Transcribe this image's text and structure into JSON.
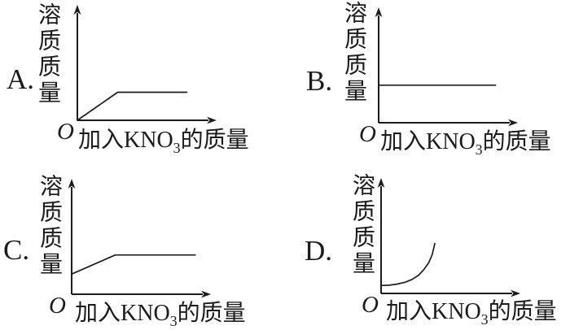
{
  "page": {
    "background_color": "#ffffff",
    "ink_color": "#1c1c1c",
    "description_kind": "four multiple-choice option graphs"
  },
  "axis": {
    "ylabel": "溶质质量",
    "xlabel_pre": "加入KNO",
    "xlabel_sub": "3",
    "xlabel_post": "的质量",
    "origin": "O"
  },
  "options": [
    {
      "id": "A",
      "letter": "A."
    },
    {
      "id": "B",
      "letter": "B."
    },
    {
      "id": "C",
      "letter": "C."
    },
    {
      "id": "D",
      "letter": "D."
    }
  ],
  "chart_data": [
    {
      "option": "A",
      "type": "line",
      "title": "",
      "xlabel": "加入KNO3的质量",
      "ylabel": "溶质质量",
      "x_range_norm": [
        0,
        1
      ],
      "y_range_norm": [
        0,
        1
      ],
      "grid": false,
      "legend": "none",
      "points_norm": [
        [
          0,
          0
        ],
        [
          0.3,
          0.25
        ],
        [
          0.815,
          0.25
        ]
      ],
      "shape": "rises linearly from the origin, then becomes constant (plateau)"
    },
    {
      "option": "B",
      "type": "line",
      "title": "",
      "xlabel": "加入KNO3的质量",
      "ylabel": "溶质质量",
      "x_range_norm": [
        0,
        1
      ],
      "y_range_norm": [
        0,
        1
      ],
      "grid": false,
      "legend": "none",
      "points_norm": [
        [
          0,
          0.335
        ],
        [
          0.87,
          0.335
        ]
      ],
      "shape": "horizontal line starting at a positive y-intercept, constant throughout"
    },
    {
      "option": "C",
      "type": "line",
      "title": "",
      "xlabel": "加入KNO3的质量",
      "ylabel": "溶质质量",
      "x_range_norm": [
        0,
        1
      ],
      "y_range_norm": [
        0,
        1
      ],
      "grid": false,
      "legend": "none",
      "points_norm": [
        [
          0,
          0.18
        ],
        [
          0.325,
          0.35
        ],
        [
          0.92,
          0.35
        ]
      ],
      "shape": "starts at a positive y-intercept, rises linearly, then becomes constant"
    },
    {
      "option": "D",
      "type": "line",
      "title": "",
      "xlabel": "加入KNO3的质量",
      "ylabel": "溶质质量",
      "x_range_norm": [
        0,
        1
      ],
      "y_range_norm": [
        0,
        1
      ],
      "grid": false,
      "legend": "none",
      "points_norm": [
        [
          0,
          0.07
        ],
        [
          0.06,
          0.073
        ],
        [
          0.12,
          0.083
        ],
        [
          0.18,
          0.1
        ],
        [
          0.23,
          0.125
        ],
        [
          0.28,
          0.163
        ],
        [
          0.32,
          0.215
        ],
        [
          0.355,
          0.275
        ],
        [
          0.38,
          0.345
        ],
        [
          0.4,
          0.445
        ]
      ],
      "shape": "starts just above the origin and curves upward with increasing slope (exponential-like), ending mid-plot"
    }
  ]
}
